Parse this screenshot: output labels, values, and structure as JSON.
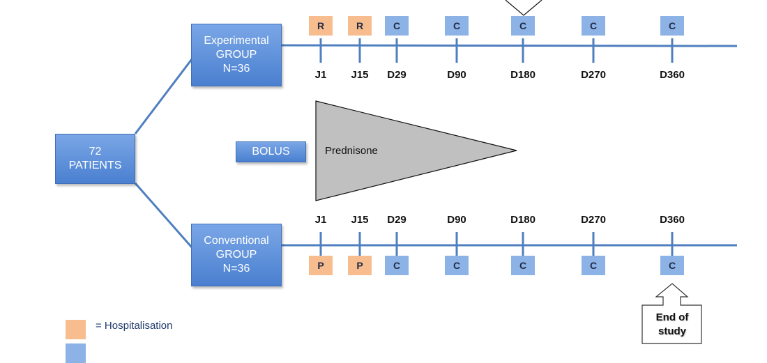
{
  "diagram": {
    "root": {
      "line1": "72",
      "line2": "PATIENTS"
    },
    "groups": [
      {
        "id": "experimental",
        "line1": "Experimental",
        "line2": "GROUP",
        "line3": "N=36"
      },
      {
        "id": "conventional",
        "line1": "Conventional",
        "line2": "GROUP",
        "line3": "N=36"
      }
    ],
    "bolus_label": "BOLUS",
    "prednisone_label": "Prednisone",
    "timepoints": [
      "J1",
      "J15",
      "D29",
      "D90",
      "D180",
      "D270",
      "D360"
    ],
    "experimental_markers": [
      "R",
      "R",
      "C",
      "C",
      "C",
      "C",
      "C"
    ],
    "experimental_marker_types": [
      "hospitalisation",
      "hospitalisation",
      "consultation",
      "consultation",
      "consultation",
      "consultation",
      "consultation"
    ],
    "conventional_markers": [
      "P",
      "P",
      "C",
      "C",
      "C",
      "C",
      "C"
    ],
    "conventional_marker_types": [
      "hospitalisation",
      "hospitalisation",
      "consultation",
      "consultation",
      "consultation",
      "consultation",
      "consultation"
    ],
    "end_of_study": {
      "line1": "End of",
      "line2": "study"
    },
    "legend": [
      {
        "type": "hospitalisation",
        "text": "= Hospitalisation"
      },
      {
        "type": "consultation",
        "text": ""
      }
    ],
    "colors": {
      "hospitalisation": "#f8bd8e",
      "consultation": "#8db3e6",
      "line": "#4f7fbf",
      "box": "#4a80d0",
      "prednisone_fill": "#c0c0c0"
    }
  }
}
